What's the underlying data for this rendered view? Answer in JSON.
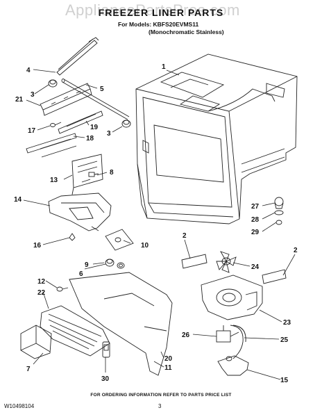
{
  "header": {
    "watermark": "AppliancePartsPros.com",
    "title": "FREEZER LINER PARTS",
    "models_line": "For Models: KBFS20EVMS11",
    "variant_line": "(Monochromatic Stainless)"
  },
  "callouts": [
    "1",
    "2",
    "2",
    "3",
    "3",
    "4",
    "5",
    "6",
    "7",
    "8",
    "9",
    "10",
    "11",
    "12",
    "13",
    "14",
    "15",
    "16",
    "17",
    "18",
    "19",
    "20",
    "21",
    "22",
    "23",
    "24",
    "25",
    "26",
    "27",
    "28",
    "29",
    "30"
  ],
  "footer": {
    "note": "FOR ORDERING INFORMATION REFER TO PARTS PRICE LIST",
    "doc_number": "W10498104",
    "page_number": "3"
  }
}
